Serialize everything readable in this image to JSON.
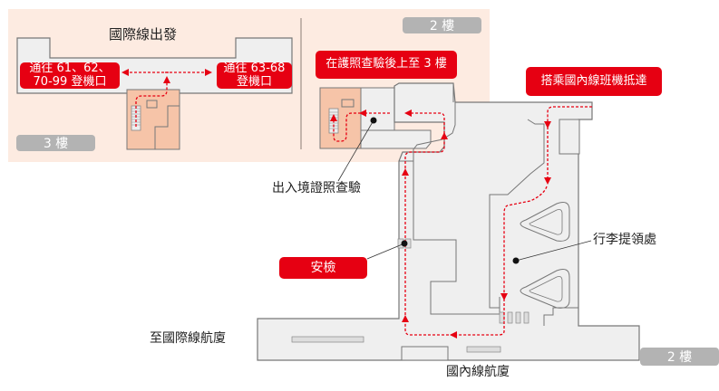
{
  "map": {
    "title_international_departure": "國際線出發",
    "floor_3_badge": "3 樓",
    "floor_2_badge_top": "2 樓",
    "floor_2_badge_bottom": "2 樓",
    "gate_left": {
      "line1": "通往 61、62、",
      "line2": "70-99 登機口"
    },
    "gate_right": {
      "line1": "通往 63-68",
      "line2": "登機口"
    },
    "after_passport_label": "在護照查驗後上至 3 樓",
    "domestic_arrival_label": "搭乘國內線班機抵達",
    "immigration_label": "出入境證照查驗",
    "security_label": "安檢",
    "baggage_claim_label": "行李提領處",
    "to_international_terminal": "至國際線航廈",
    "domestic_terminal": "國內線航廈"
  },
  "colors": {
    "accent_red": "#e60012",
    "highlight_bg": "#fdebe1",
    "stair_area": "#f6c4a8",
    "floor_fill": "#efefef",
    "wall": "#777777",
    "badge_gray": "#b3b3b3"
  }
}
